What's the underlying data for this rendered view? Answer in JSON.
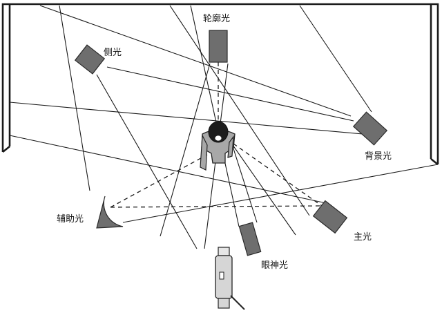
{
  "labels": {
    "rim_light": "轮廓光",
    "side_light": "侧光",
    "background_light": "背景光",
    "fill_light": "辅助光",
    "key_light": "主光",
    "eye_light": "眼神光"
  },
  "colors": {
    "fixture": "#6e6e6e",
    "figure": "#a8a8a8",
    "line": "#1a1a1a"
  }
}
